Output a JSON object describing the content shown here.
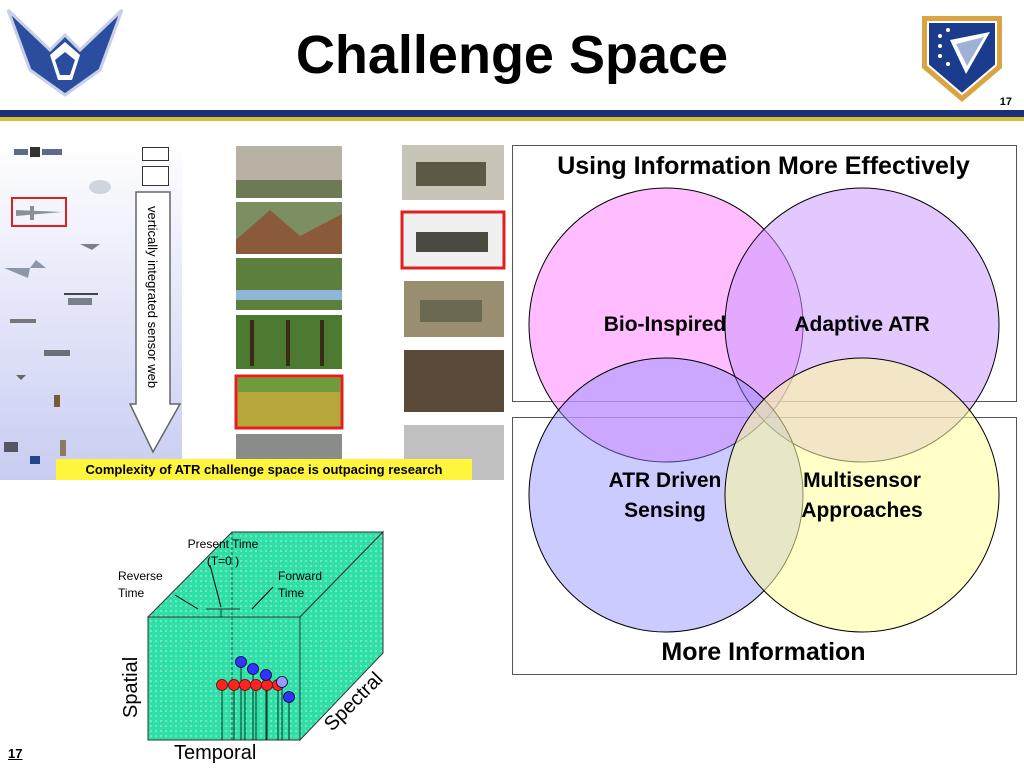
{
  "slide": {
    "title": "Challenge Space",
    "page_number_top": "17",
    "page_number_bottom": "17"
  },
  "left_panel": {
    "arrow_label": "vertically integrated sensor web",
    "caption": "Complexity of ATR challenge space is outpacing research"
  },
  "venn": {
    "title": "Using Information More Effectively",
    "bottom_label": "More Information",
    "circles": [
      {
        "label": "Bio-Inspired",
        "color": "#ff99ff"
      },
      {
        "label": "Adaptive ATR",
        "color": "#cc99ff"
      },
      {
        "label": "ATR Driven Sensing",
        "color": "#8c8cff"
      },
      {
        "label": "Multisensor Approaches",
        "color": "#ffff99"
      }
    ],
    "labels": {
      "bio_inspired": "Bio-Inspired",
      "adaptive_atr": "Adaptive ATR",
      "atr_driven_line1": "ATR Driven",
      "atr_driven_line2": "Sensing",
      "multisensor_line1": "Multisensor",
      "multisensor_line2": "Approaches"
    }
  },
  "cube": {
    "present_time_line1": "Present Time",
    "present_time_line2": "(T=0 )",
    "reverse_time_line1": "Reverse",
    "reverse_time_line2": "Time",
    "forward_time_line1": "Forward",
    "forward_time_line2": "Time",
    "axis_spatial": "Spatial",
    "axis_temporal": "Temporal",
    "axis_spectral": "Spectral",
    "face_color": "#2ee0a8"
  }
}
